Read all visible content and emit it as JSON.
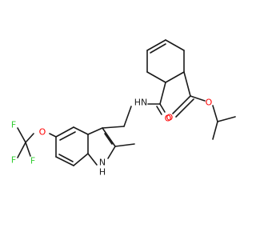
{
  "structure": {
    "atoms": {
      "amide_n": {
        "text": "HN",
        "color": "#1a1a1a"
      },
      "amide_o": {
        "text": "O",
        "color": "#ff0000"
      },
      "ester_o_carbonyl": {
        "text": "O",
        "color": "#ff0000"
      },
      "ester_o_single": {
        "text": "O",
        "color": "#ff0000"
      },
      "ether_o": {
        "text": "O",
        "color": "#ff0000"
      },
      "f1": {
        "text": "F",
        "color": "#33cc33"
      },
      "f2": {
        "text": "F",
        "color": "#33cc33"
      },
      "f3": {
        "text": "F",
        "color": "#33cc33"
      },
      "indole_n": {
        "text": "N",
        "color": "#1a1a1a"
      },
      "indole_h": {
        "text": "H",
        "color": "#1a1a1a"
      }
    }
  }
}
